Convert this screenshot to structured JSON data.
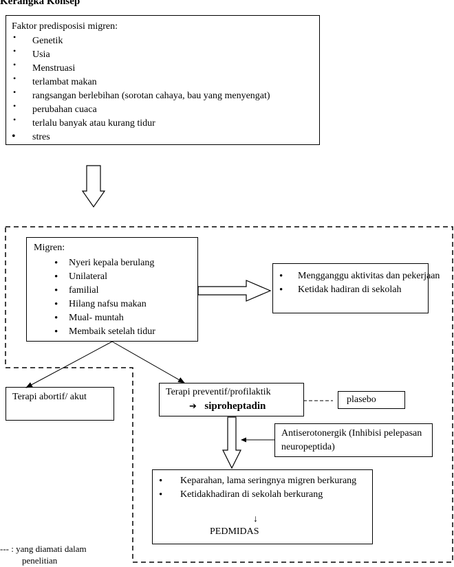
{
  "title": "Kerangka Konsep",
  "factors": {
    "heading": "Faktor predisposisi migren:",
    "items": [
      "Genetik",
      "Usia",
      "Menstruasi",
      "terlambat makan",
      "rangsangan berlebihan (sorotan cahaya, bau yang menyengat)",
      "perubahan cuaca",
      "terlalu banyak atau kurang tidur",
      "stres"
    ]
  },
  "migraine": {
    "heading": "Migren:",
    "items": [
      "Nyeri kepala berulang",
      "Unilateral",
      "familial",
      "Hilang nafsu makan",
      "Mual- muntah",
      "Membaik setelah tidur"
    ]
  },
  "impact": {
    "items": [
      "Mengganggu aktivitas dan pekerjaan",
      "Ketidak hadiran di sekolah"
    ]
  },
  "therapy": {
    "abortive": "Terapi abortif/ akut",
    "preventive": "Terapi preventif/profilaktik",
    "drug_arrow": "➔",
    "drug": "siproheptadin",
    "placebo": "plasebo"
  },
  "mechanism": {
    "text": "Antiserotonergik (Inhibisi pelepasan neuropeptida)"
  },
  "outcome": {
    "items": [
      "Keparahan, lama seringnya migren berkurang",
      "Ketidakhadiran di sekolah berkurang"
    ],
    "arrow": "↓",
    "measure": "PEDMIDAS"
  },
  "legend": {
    "line1": "--- : yang diamati dalam",
    "line2": "penelitian"
  }
}
